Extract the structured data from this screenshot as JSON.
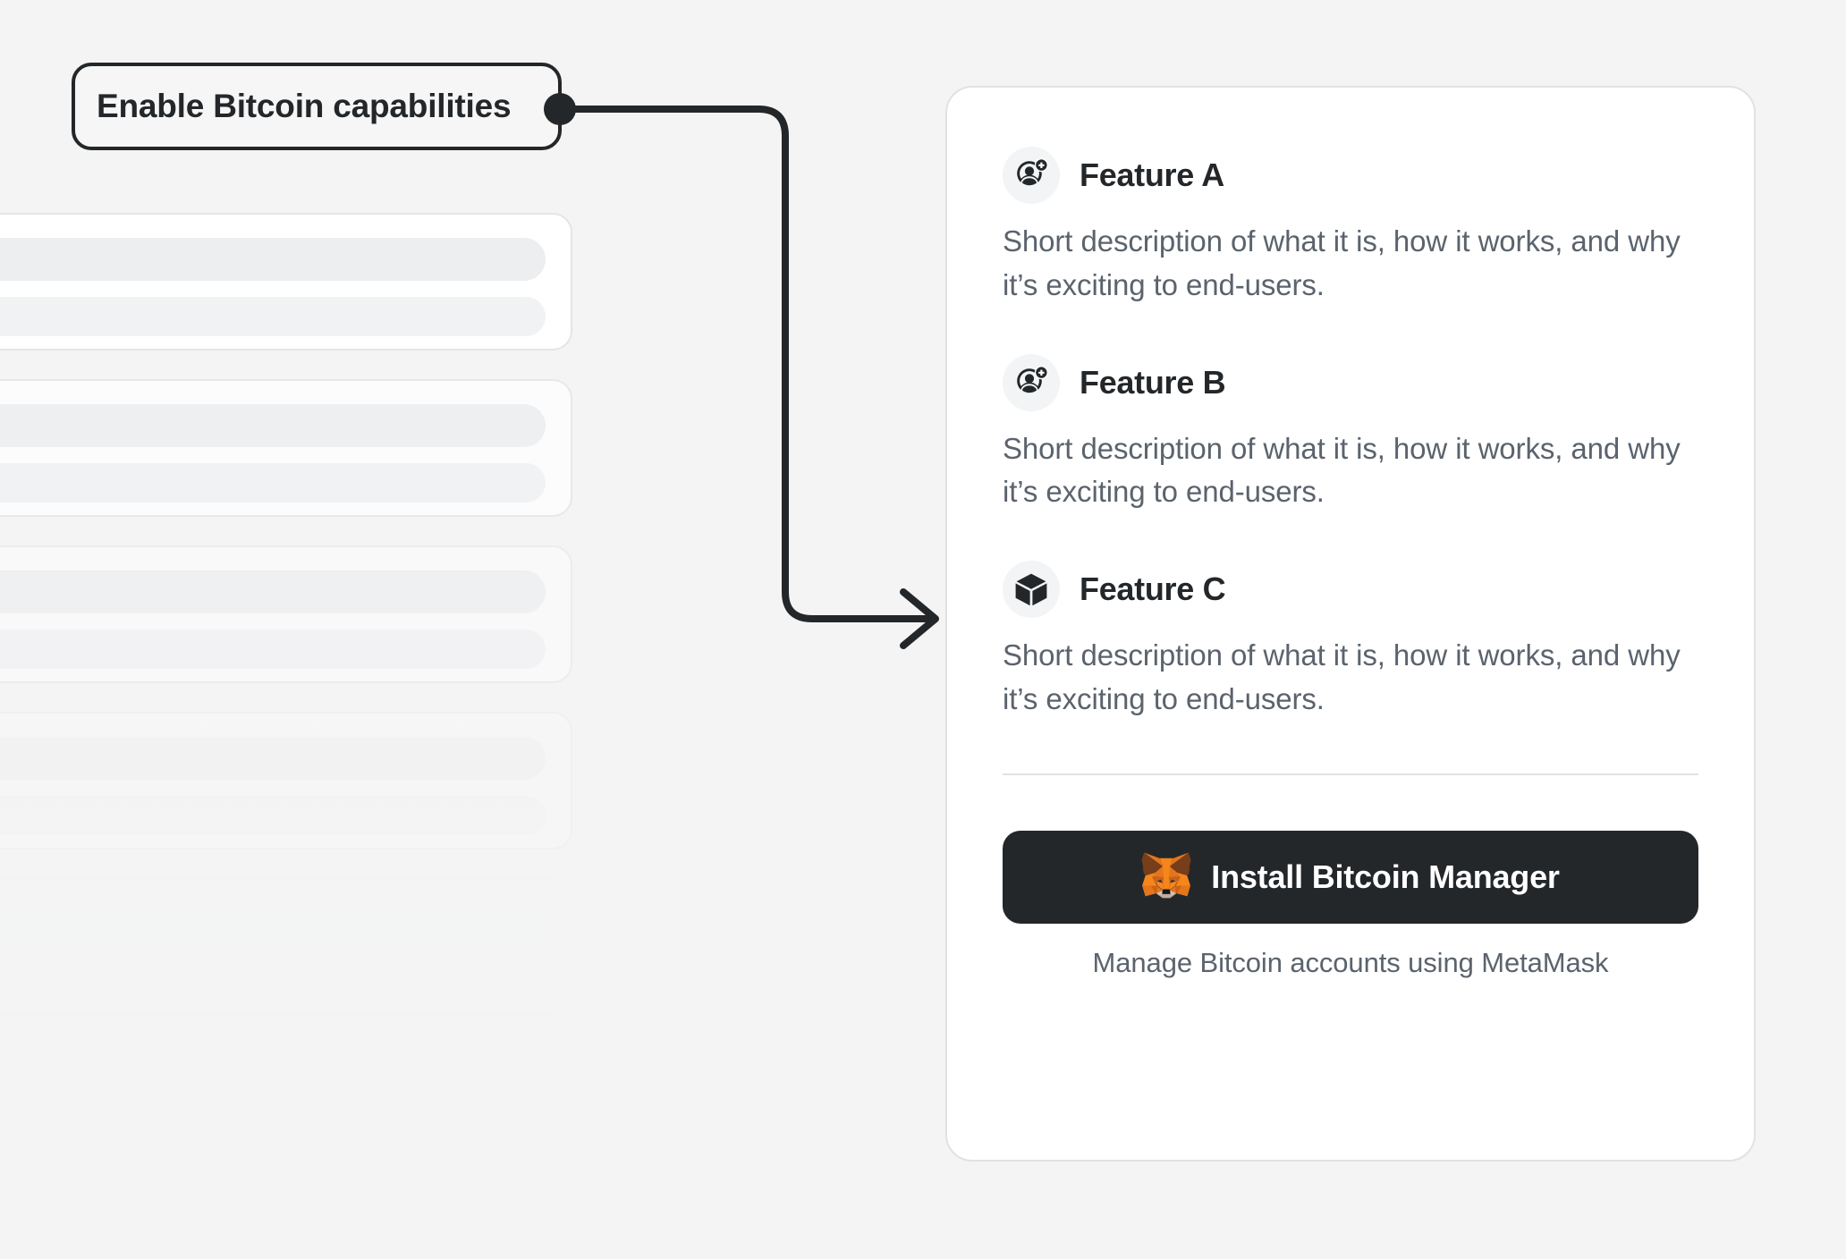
{
  "colors": {
    "background": "#f4f4f4",
    "ink": "#24272a",
    "muted_text": "#5b636d",
    "card_surface": "#ffffff",
    "card_border": "#dfe2e6",
    "icon_badge_bg": "#f2f4f6",
    "button_bg": "#24272a",
    "button_text": "#ffffff",
    "skeleton_bar": "#eceef0",
    "fox_orange": "#e2761b",
    "fox_orange_light": "#f5841f",
    "fox_brown": "#763d16",
    "fox_snout": "#c0ad9e"
  },
  "callout": {
    "label": "Enable Bitcoin capabilities",
    "connector_icon": "connector-dot",
    "arrow_icon": "arrow-right-icon"
  },
  "skeleton": {
    "card_count": 5,
    "cards": [
      {
        "opacity": "1"
      },
      {
        "opacity": "0.78"
      },
      {
        "opacity": "0.52"
      },
      {
        "opacity": "0.30"
      },
      {
        "opacity": "0.13"
      }
    ]
  },
  "card": {
    "features": [
      {
        "icon": "user-add-icon",
        "title": "Feature A",
        "description": "Short description of what it is, how it works, and why it’s exciting to end-users."
      },
      {
        "icon": "user-add-icon",
        "title": "Feature B",
        "description": "Short description of what it is, how it works, and why it’s exciting to end-users."
      },
      {
        "icon": "cube-icon",
        "title": "Feature C",
        "description": "Short description of what it is, how it works, and why it’s exciting to end-users."
      }
    ],
    "footer": {
      "button_icon": "metamask-fox-icon",
      "button_label": "Install Bitcoin Manager",
      "caption": "Manage Bitcoin accounts using MetaMask"
    }
  }
}
